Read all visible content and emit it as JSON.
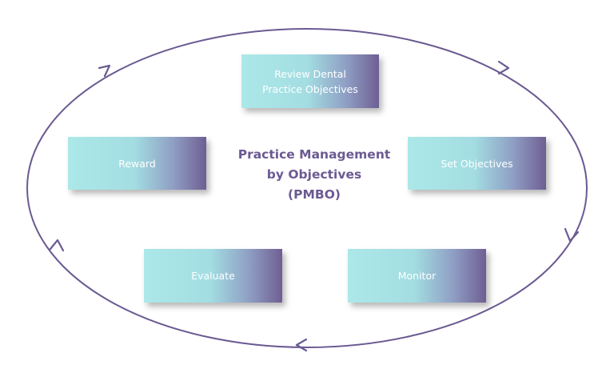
{
  "diagram": {
    "center_title_lines": [
      "Practice Management",
      "by Objectives",
      "(PMBO)"
    ],
    "steps": [
      {
        "id": "review",
        "lines": [
          "Review Dental",
          "Practice Objectives"
        ]
      },
      {
        "id": "set",
        "lines": [
          "Set Objectives"
        ]
      },
      {
        "id": "monitor",
        "lines": [
          "Monitor"
        ]
      },
      {
        "id": "evaluate",
        "lines": [
          "Evaluate"
        ]
      },
      {
        "id": "reward",
        "lines": [
          "Reward"
        ]
      }
    ],
    "flow_direction": "clockwise"
  },
  "colors": {
    "ring": "#6b5a92",
    "title_text": "#6b5a92",
    "box_gradient_start": "#ace8e8",
    "box_gradient_end": "#6e5f93",
    "box_text": "#ffffff"
  }
}
